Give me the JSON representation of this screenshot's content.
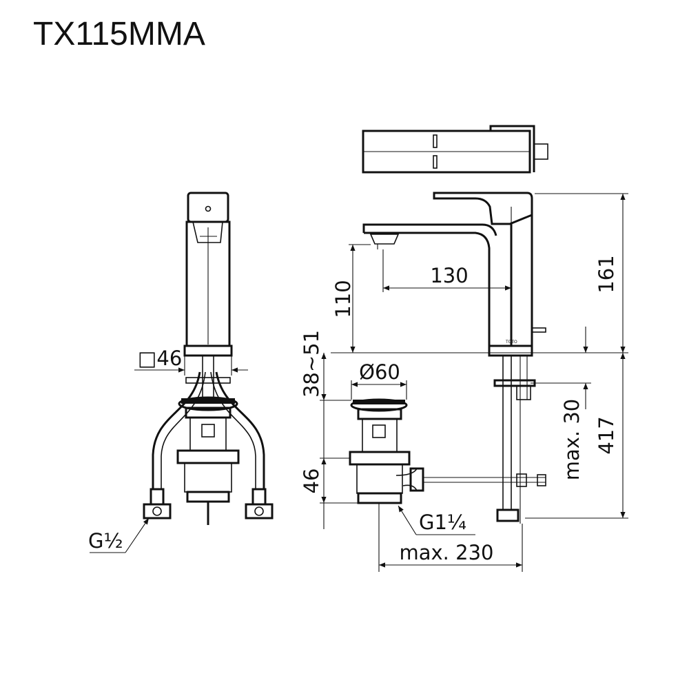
{
  "title": "TX115MMA",
  "dimensions": {
    "square": "□46",
    "inlet_thread": "G½",
    "height_spout": "110",
    "reach": "130",
    "height_total": "161",
    "deck_range": "38~51",
    "waste_diameter": "Ø60",
    "waste_height": "46",
    "waste_thread": "G1¼",
    "tail_length": "max. 30",
    "depth": "417",
    "rod_length": "max. 230"
  },
  "brand_mark": "TOTO"
}
